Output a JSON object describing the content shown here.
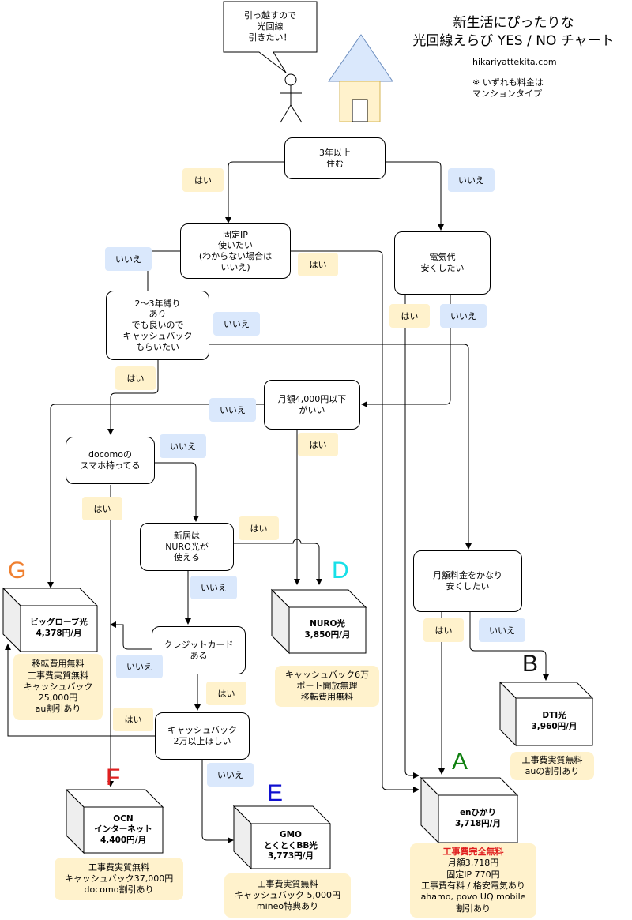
{
  "title": "新生活にぴったりな\n光回線えらび YES / NO チャート",
  "site": "hikariyattekita.com",
  "remark": "※ いずれも料金は\nマンションタイプ",
  "speech": "引っ越すので\n光回線\n引きたい！",
  "questions": {
    "stay3": "3年以上\n住む",
    "fixedip": "固定IP\n使いたい\n(わからない場合は\nいいえ)",
    "electric": "電気代\n安くしたい",
    "binding": "2〜3年縛り\nあり\nでも良いので\nキャッシュバック\nもらいたい",
    "monthly4000": "月額4,000円以下\nがいい",
    "docomo": "docomoの\nスマホ持ってる",
    "nuro_area": "新居は\nNURO光が\n使える",
    "credit": "クレジットカード\nある",
    "cashback20k": "キャッシュバック\n2万以上ほしい",
    "cheap": "月額料金をかなり\n安くしたい"
  },
  "answers": {
    "yes": "はい",
    "no": "いいえ"
  },
  "plans": {
    "G": {
      "letter": "G",
      "name": "ビッグローブ光\n4,378円/月",
      "note": "移転費用無料\n工事費実質無料\nキャッシュバック\n25,000円\nau割引あり",
      "color": "#f08030"
    },
    "D": {
      "letter": "D",
      "name": "NURO光\n3,850円/月",
      "note": "キャッシュバック6万\nポート開放無理\n移転費用無料",
      "color": "#18e0e8"
    },
    "B": {
      "letter": "B",
      "name": "DTI光\n3,960円/月",
      "note": "工事費実質無料\nauの割引あり",
      "color": "#111111"
    },
    "A": {
      "letter": "A",
      "name": "enひかり\n3,718円/月",
      "note_highlight": "工事費完全無料",
      "note": "月額3,718円\n固定IP 770円\n工事費有料 / 格安電気あり\nahamo, povo UQ mobile\n割引あり",
      "color": "#108010"
    },
    "F": {
      "letter": "F",
      "name": "OCN\nインターネット\n4,400円/月",
      "note": "工事費実質無料\nキャッシュバック37,000円\ndocomo割引あり",
      "color": "#e02020"
    },
    "E": {
      "letter": "E",
      "name": "GMO\nとくとくBB光\n3,773円/月",
      "note": "工事費実質無料\nキャッシュバック 5,000円\nmineo特典あり",
      "color": "#1010d0"
    }
  },
  "colors": {
    "yes": "#fff2cc",
    "no": "#dae8fc",
    "house_roof": "#dae8fc",
    "house_body": "#fff2cc"
  }
}
